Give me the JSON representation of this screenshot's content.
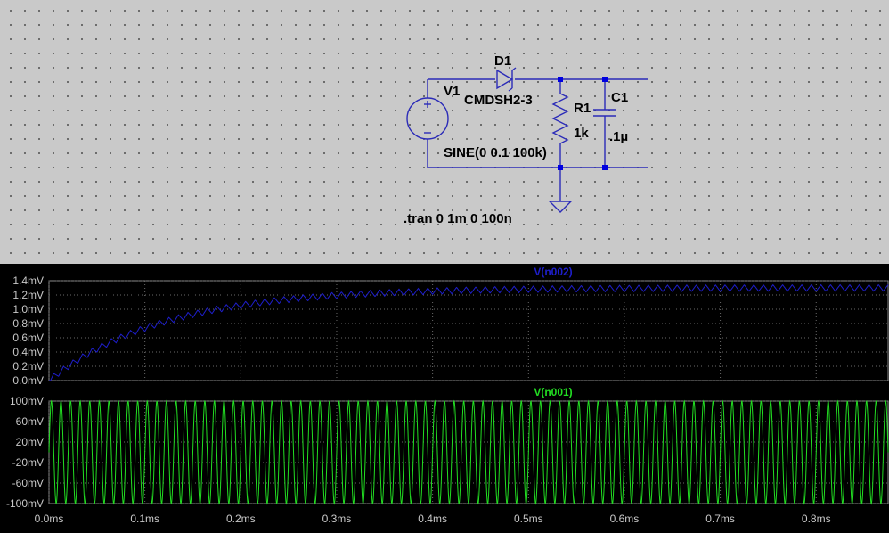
{
  "schematic": {
    "diode_ref": "D1",
    "diode_model": "CMDSH2-3",
    "source_ref": "V1",
    "source_value": "SINE(0 0.1 100k)",
    "resistor_ref": "R1",
    "resistor_value": "1k",
    "capacitor_ref": "C1",
    "capacitor_value": ".1µ",
    "directive": ".tran 0 1m 0 100n",
    "wire_color": "#2b2bb8",
    "node_color": "#0000e0"
  },
  "chart_data": [
    {
      "type": "line",
      "title": "V(n002)",
      "series": [
        {
          "name": "V(n002)",
          "color": "#1e1ecc",
          "model": {
            "tau_ms": 0.12,
            "final": 1.3,
            "ripple_pp": 0.09,
            "ripple_freq_khz": 100
          }
        }
      ],
      "y_ticks": [
        "1.4mV",
        "1.2mV",
        "1.0mV",
        "0.8mV",
        "0.6mV",
        "0.4mV",
        "0.2mV",
        "0.0mV"
      ],
      "ylim": [
        0,
        1.4
      ],
      "y_unit": "mV",
      "xlim": [
        0,
        0.875
      ],
      "grid": true
    },
    {
      "type": "line",
      "title": "V(n001)",
      "series": [
        {
          "name": "V(n001)",
          "color": "#22dd22",
          "model": {
            "amplitude": 100,
            "freq_khz": 100
          }
        }
      ],
      "y_ticks": [
        "100mV",
        "60mV",
        "20mV",
        "-20mV",
        "-60mV",
        "-100mV"
      ],
      "ylim": [
        -100,
        100
      ],
      "y_unit": "mV",
      "xlim": [
        0,
        0.875
      ],
      "grid": true
    }
  ],
  "x_axis": {
    "ticks": [
      "0.0ms",
      "0.1ms",
      "0.2ms",
      "0.3ms",
      "0.4ms",
      "0.5ms",
      "0.6ms",
      "0.7ms",
      "0.8ms"
    ],
    "tick_values": [
      0,
      0.1,
      0.2,
      0.3,
      0.4,
      0.5,
      0.6,
      0.7,
      0.8
    ]
  }
}
